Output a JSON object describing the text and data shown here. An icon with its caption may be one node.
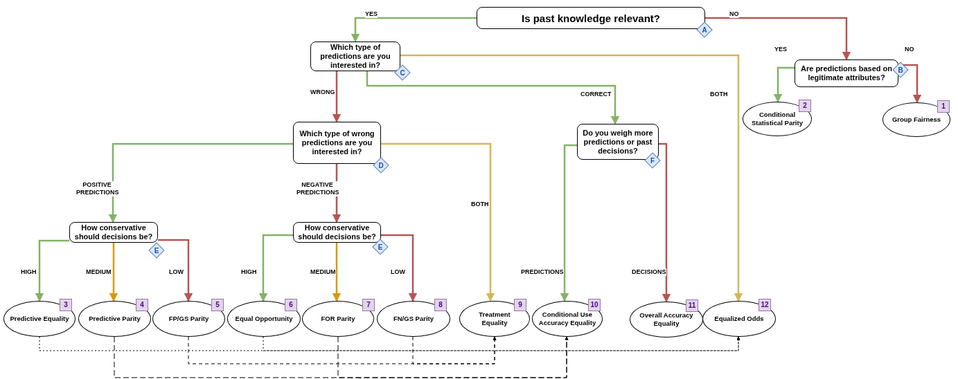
{
  "diagram": {
    "nodes": [
      {
        "text": [
          "Is past knowledge relevant?",
          "A"
        ]
      },
      {
        "text": [
          "Which type of predictions are you interested in?",
          "C"
        ]
      },
      {
        "text": [
          "Are predictions based on legitimate attributes?",
          "B"
        ]
      },
      {
        "text": [
          "2",
          "Conditional Statistical Parity"
        ]
      },
      {
        "text": [
          "1",
          "Group Fairness"
        ]
      },
      {
        "text": [
          "Which type of wrong predictions are you interested in?",
          "D"
        ]
      },
      {
        "text": [
          "Do you weigh more predictions or past decisions?",
          "F"
        ]
      },
      {
        "text": [
          "How conservative should decisions be?",
          "E"
        ]
      },
      {
        "text": [
          "How conservative should decisions be?",
          "E"
        ]
      },
      {
        "text": [
          "3",
          "Predictive Equality"
        ]
      },
      {
        "text": [
          "4",
          "Predictive Parity"
        ]
      },
      {
        "text": [
          "5",
          "FP/GS Parity"
        ]
      },
      {
        "text": [
          "6",
          "Equal Opportunity"
        ]
      },
      {
        "text": [
          "7",
          "FOR Parity"
        ]
      },
      {
        "text": [
          "8",
          "FN/GS Parity"
        ]
      },
      {
        "text": [
          "9",
          "Treatment Equality"
        ]
      },
      {
        "text": [
          "10",
          "Conditional Use Accuracy Equality"
        ]
      },
      {
        "text": [
          "11",
          "Overall Accuracy Equality"
        ]
      },
      {
        "text": [
          "12",
          "Equalized Odds"
        ]
      }
    ],
    "edges": [
      {
        "from": 0,
        "to": 1,
        "arrow": "to",
        "label": "YES",
        "color": "#82b366"
      },
      {
        "from": 0,
        "to": 2,
        "arrow": "to",
        "label": "NO",
        "color": "#b85450"
      },
      {
        "from": 2,
        "to": 3,
        "arrow": "to",
        "label": "YES",
        "color": "#82b366"
      },
      {
        "from": 2,
        "to": 4,
        "arrow": "to",
        "label": "NO",
        "color": "#b85450"
      },
      {
        "from": 1,
        "to": 5,
        "arrow": "to",
        "label": "WRONG",
        "color": "#b85450"
      },
      {
        "from": 1,
        "to": 6,
        "arrow": "to",
        "label": "CORRECT",
        "color": "#82b366"
      },
      {
        "from": 1,
        "to": 18,
        "arrow": "to",
        "label": "BOTH",
        "color": "#d6b656"
      },
      {
        "from": 5,
        "to": 7,
        "arrow": "to",
        "label": "POSITIVE PREDICTIONS",
        "color": "#82b366"
      },
      {
        "from": 5,
        "to": 8,
        "arrow": "to",
        "label": "NEGATIVE PREDICTIONS",
        "color": "#b85450"
      },
      {
        "from": 5,
        "to": 15,
        "arrow": "to",
        "label": "BOTH",
        "color": "#d6b656"
      },
      {
        "from": 6,
        "to": 16,
        "arrow": "to",
        "label": "PREDICTIONS",
        "color": "#82b366"
      },
      {
        "from": 6,
        "to": 17,
        "arrow": "to",
        "label": "DECISIONS",
        "color": "#b85450"
      },
      {
        "from": 7,
        "to": 9,
        "arrow": "to",
        "label": "HIGH",
        "color": "#82b366"
      },
      {
        "from": 7,
        "to": 10,
        "arrow": "to",
        "label": "MEDIUM",
        "color": "#d79b00"
      },
      {
        "from": 7,
        "to": 11,
        "arrow": "to",
        "label": "LOW",
        "color": "#b85450"
      },
      {
        "from": 8,
        "to": 12,
        "arrow": "to",
        "label": "HIGH",
        "color": "#82b366"
      },
      {
        "from": 8,
        "to": 13,
        "arrow": "to",
        "label": "MEDIUM",
        "color": "#d79b00"
      },
      {
        "from": 8,
        "to": 14,
        "arrow": "to",
        "label": "LOW",
        "color": "#b85450"
      },
      {
        "from": 9,
        "to": 18,
        "arrow": "to",
        "style": "dashed",
        "color": "#000000"
      },
      {
        "from": 12,
        "to": 18,
        "arrow": "to",
        "style": "dashed",
        "color": "#000000"
      },
      {
        "from": 11,
        "to": 15,
        "arrow": "to",
        "style": "dashed",
        "color": "#000000"
      },
      {
        "from": 14,
        "to": 15,
        "arrow": "to",
        "style": "dashed",
        "color": "#000000"
      },
      {
        "from": 10,
        "to": 16,
        "arrow": "to",
        "style": "dashed",
        "color": "#000000"
      },
      {
        "from": 13,
        "to": 16,
        "arrow": "to",
        "style": "dashed",
        "color": "#000000"
      }
    ]
  }
}
